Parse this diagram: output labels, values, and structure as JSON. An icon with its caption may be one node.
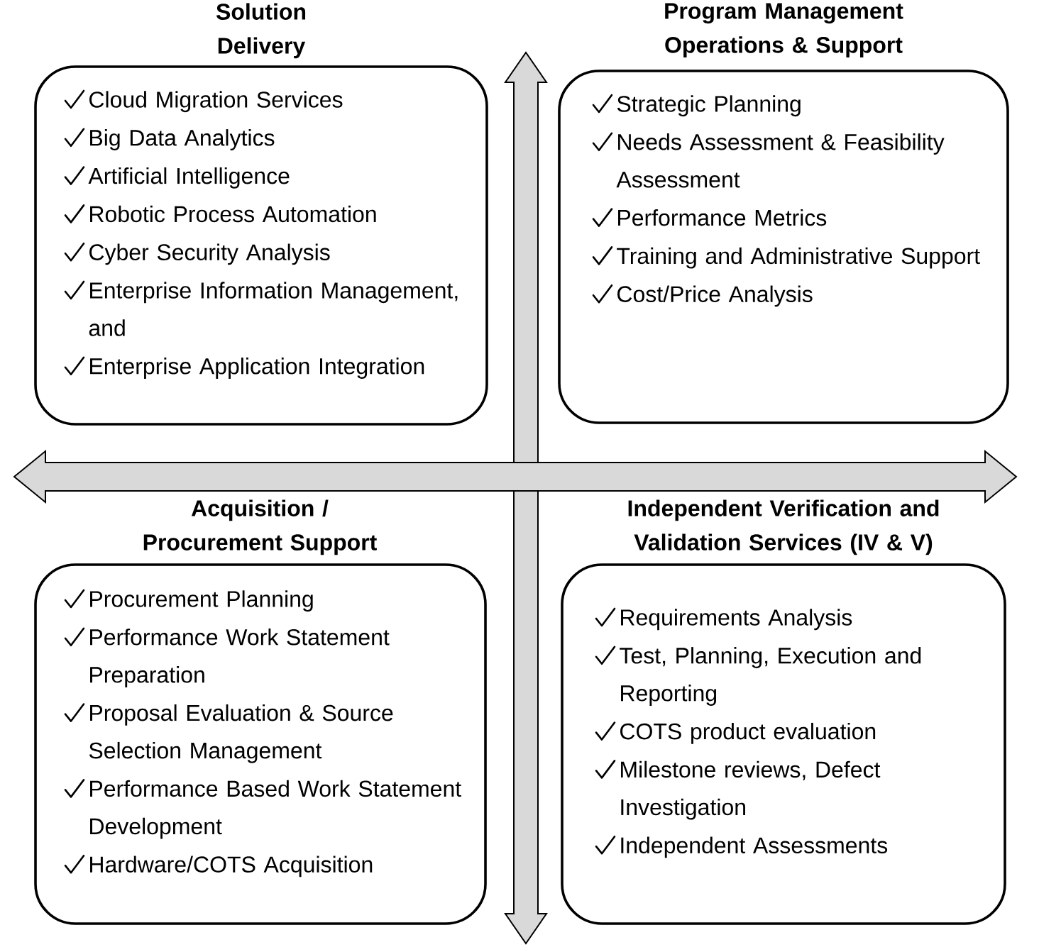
{
  "diagram": {
    "nodes": [
      {
        "text": [
          "Solution Delivery",
          "Cloud Migration Services",
          "Big Data Analytics",
          "Artificial Intelligence",
          "Robotic Process Automation",
          "Cyber Security Analysis",
          "Enterprise Information Management, and",
          "Enterprise Application Integration"
        ]
      },
      {
        "text": [
          "Program Management Operations & Support",
          "Strategic Planning",
          "Needs Assessment & Feasibility Assessment",
          "Performance Metrics",
          "Training and Administrative Support",
          "Cost/Price Analysis"
        ]
      },
      {
        "text": [
          "Acquisition / Procurement Support",
          "Procurement Planning",
          "Performance Work Statement Preparation",
          "Proposal Evaluation & Source Selection Management",
          "Performance Based Work Statement Development",
          "Hardware/COTS Acquisition"
        ]
      },
      {
        "text": [
          "Independent Verification and Validation Services (IV & V)",
          "Requirements Analysis",
          "Test, Planning, Execution and Reporting",
          "COTS product evaluation",
          "Milestone reviews, Defect Investigation",
          "Independent Assessments"
        ]
      }
    ]
  }
}
